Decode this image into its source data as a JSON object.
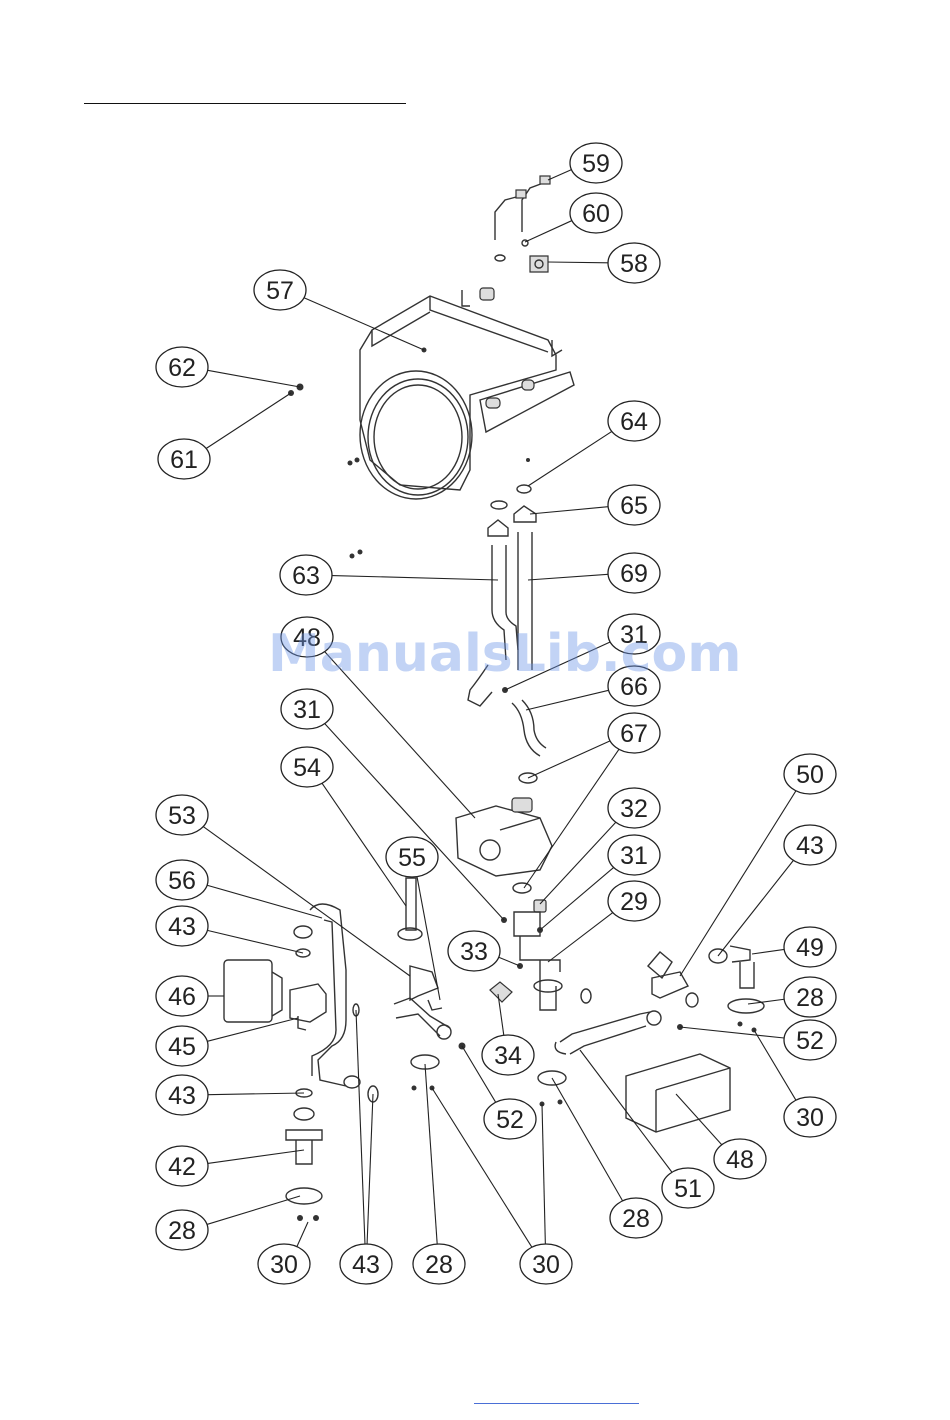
{
  "diagram": {
    "watermark": "ManualsLib.com",
    "callouts": [
      {
        "id": "c59a",
        "label": "59"
      },
      {
        "id": "c60a",
        "label": "60"
      },
      {
        "id": "c58a",
        "label": "58"
      },
      {
        "id": "c57a",
        "label": "57"
      },
      {
        "id": "c62a",
        "label": "62"
      },
      {
        "id": "c61a",
        "label": "61"
      },
      {
        "id": "c64a",
        "label": "64"
      },
      {
        "id": "c65a",
        "label": "65"
      },
      {
        "id": "c63a",
        "label": "63"
      },
      {
        "id": "c69a",
        "label": "69"
      },
      {
        "id": "c48b",
        "label": "48"
      },
      {
        "id": "c31a",
        "label": "31"
      },
      {
        "id": "c66a",
        "label": "66"
      },
      {
        "id": "c31b",
        "label": "31"
      },
      {
        "id": "c67a",
        "label": "67"
      },
      {
        "id": "c54a",
        "label": "54"
      },
      {
        "id": "c50a",
        "label": "50"
      },
      {
        "id": "c53a",
        "label": "53"
      },
      {
        "id": "c32a",
        "label": "32"
      },
      {
        "id": "c43a",
        "label": "43"
      },
      {
        "id": "c55a",
        "label": "55"
      },
      {
        "id": "c31c",
        "label": "31"
      },
      {
        "id": "c56a",
        "label": "56"
      },
      {
        "id": "c29a",
        "label": "29"
      },
      {
        "id": "c43b",
        "label": "43"
      },
      {
        "id": "c33a",
        "label": "33"
      },
      {
        "id": "c49a",
        "label": "49"
      },
      {
        "id": "c46a",
        "label": "46"
      },
      {
        "id": "c28a",
        "label": "28"
      },
      {
        "id": "c45a",
        "label": "45"
      },
      {
        "id": "c34a",
        "label": "34"
      },
      {
        "id": "c52a",
        "label": "52"
      },
      {
        "id": "c43c",
        "label": "43"
      },
      {
        "id": "c52b",
        "label": "52"
      },
      {
        "id": "c30a",
        "label": "30"
      },
      {
        "id": "c42a",
        "label": "42"
      },
      {
        "id": "c48a",
        "label": "48"
      },
      {
        "id": "c51a",
        "label": "51"
      },
      {
        "id": "c28b",
        "label": "28"
      },
      {
        "id": "c28c",
        "label": "28"
      },
      {
        "id": "c30b",
        "label": "30"
      },
      {
        "id": "c43d",
        "label": "43"
      },
      {
        "id": "c28d",
        "label": "28"
      },
      {
        "id": "c30c",
        "label": "30"
      }
    ]
  }
}
